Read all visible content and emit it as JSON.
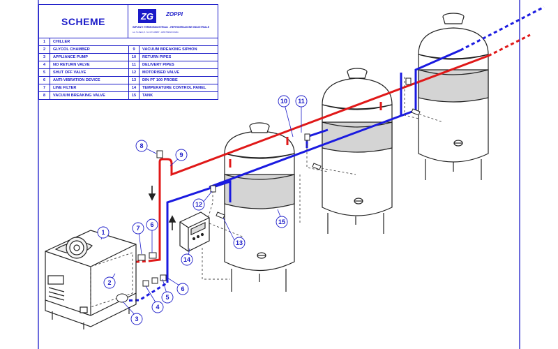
{
  "title_block": {
    "scheme_label": "SCHEME",
    "brand_name": "ZOPPI",
    "logo_text": "ZG",
    "brand_subtitle": "IMPIANTI TERMOINDUSTRIALI - REFRIGERAZIONE INDUSTRIALE",
    "brand_address": "Loc. Tre Bachi, 8 - Tel. 0173-438887 - 12050 TREISO D'ALBA"
  },
  "legend": [
    {
      "num": "1",
      "label": "CHILLER"
    },
    {
      "num": "2",
      "label": "GLYCOL CHAMBER"
    },
    {
      "num": "3",
      "label": "APPLIANCE PUMP"
    },
    {
      "num": "4",
      "label": "NO RETURN VALVE"
    },
    {
      "num": "5",
      "label": "SHUT OFF VALVE"
    },
    {
      "num": "6",
      "label": "ANTI-VIBRATION DEVICE"
    },
    {
      "num": "7",
      "label": "LINE FILTER"
    },
    {
      "num": "8",
      "label": "VACUUM BREAKING VALVE"
    },
    {
      "num": "9",
      "label": "VACUUM BREAKING SIPHON"
    },
    {
      "num": "10",
      "label": "RETURN PIPES"
    },
    {
      "num": "11",
      "label": "DELIVERY PIPES"
    },
    {
      "num": "12",
      "label": "MOTORISED VALVE"
    },
    {
      "num": "13",
      "label": "DIN PT 100 PROBE"
    },
    {
      "num": "14",
      "label": "TEMPERATURE CONTROL PANEL"
    },
    {
      "num": "15",
      "label": "TANK"
    }
  ],
  "callouts": [
    "1",
    "2",
    "3",
    "4",
    "5",
    "6",
    "6",
    "7",
    "8",
    "9",
    "10",
    "11",
    "12",
    "13",
    "14",
    "15"
  ],
  "colors": {
    "ink": "#1a1ac8",
    "return_pipe": "#e01818",
    "delivery_pipe": "#1a1ae0",
    "tank_band": "#d4d4d4",
    "outline": "#222222"
  }
}
